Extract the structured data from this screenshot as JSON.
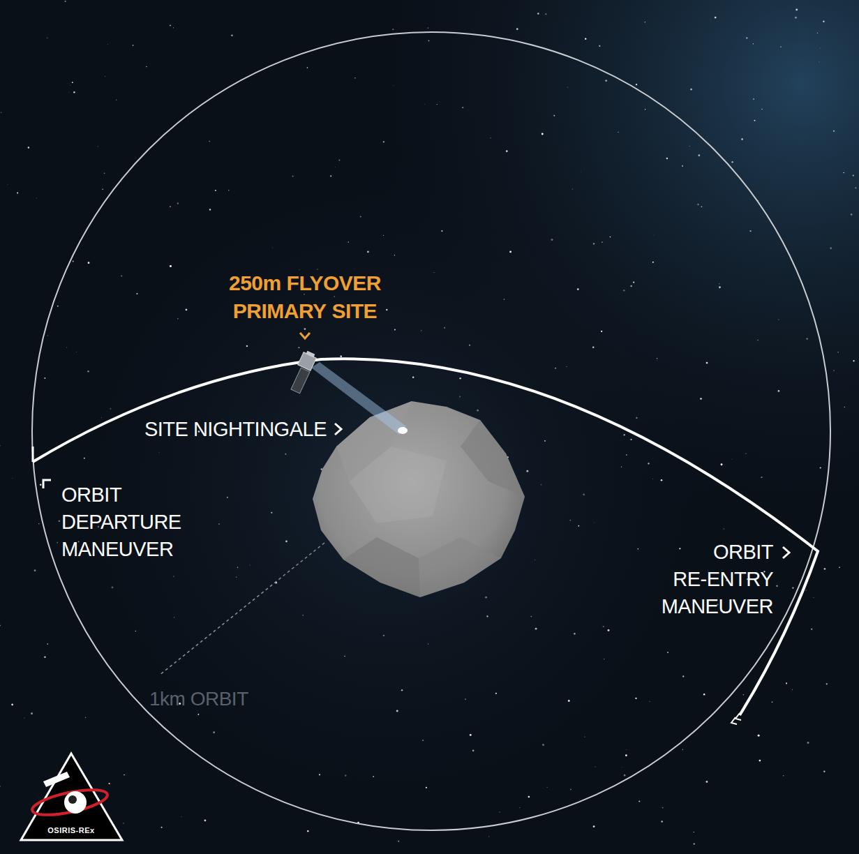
{
  "diagram": {
    "labels": [
      "250m FLYOVER PRIMARY SITE",
      "SITE NIGHTINGALE",
      "ORBIT DEPARTURE MANEUVER",
      "ORBIT RE-ENTRY MANEUVER",
      "1km ORBIT",
      "OSIRIS-REx"
    ]
  }
}
